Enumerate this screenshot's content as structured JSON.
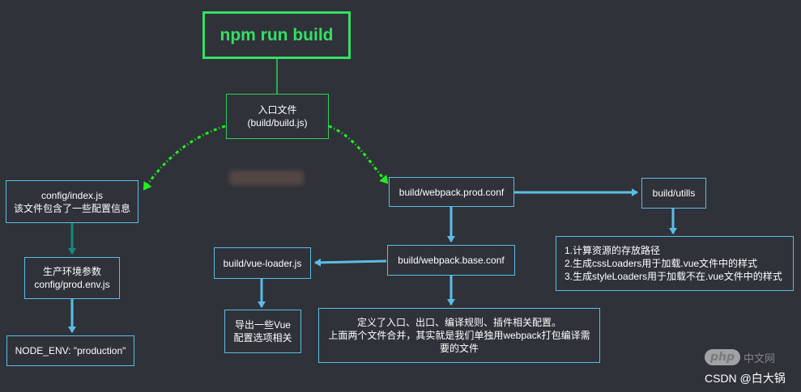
{
  "colors": {
    "background": "#2f3239",
    "node_border_blue": "#5bbde6",
    "node_border_green": "#2fcf5e",
    "title_green": "#35df63",
    "edge_blue": "#5bbde6",
    "edge_teal": "#138a80",
    "edge_green_dashed": "#22ee22",
    "edge_green_solid": "#2fcf5e"
  },
  "nodes": {
    "npm_run_build": "npm run build",
    "entry_file": {
      "line1": "入口文件",
      "line2": "(build/build.js)"
    },
    "config_index": {
      "line1": "config/index.js",
      "line2": "该文件包含了一些配置信息"
    },
    "prod_env": {
      "line1": "生产环境参数",
      "line2": "config/prod.env.js"
    },
    "node_env": "NODE_ENV: \"production\"",
    "webpack_prod_conf": "build/webpack.prod.conf",
    "build_utils": "build/utills",
    "utils_notes": {
      "line1": "1.计算资源的存放路径",
      "line2": "2.生成cssLoaders用于加载.vue文件中的样式",
      "line3": "3.生成styleLoaders用于加载不在.vue文件中的样式"
    },
    "webpack_base_conf": "build/webpack.base.conf",
    "vue_loader": "build/vue-loader.js",
    "vue_options": {
      "line1": "导出一些Vue",
      "line2": "配置选项相关"
    },
    "base_notes": {
      "line1": "定义了入口、出口、编译规则、插件相关配置。",
      "line2": "上面两个文件合并，其实就是我们单独用webpack打包编译需",
      "line3": "要的文件"
    }
  },
  "watermark": {
    "logo": "php",
    "site": "中文网",
    "credit": "CSDN @白大锅"
  }
}
